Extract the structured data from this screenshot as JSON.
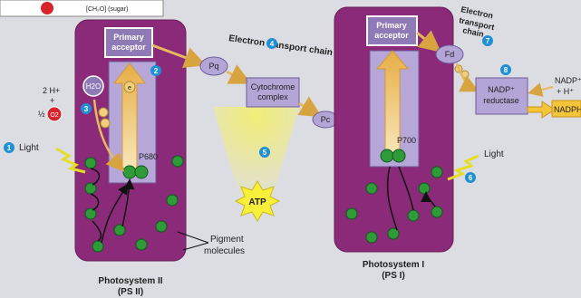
{
  "colors": {
    "page_bg": "#dcdde3",
    "photosystem_fill": "#8a2a78",
    "reaction_center_fill": "#b7a6d8",
    "acceptor_fill": "#8f7ab8",
    "carrier_fill": "#b3a6d6",
    "chlorophyll_green": "#2f9a38",
    "arrow_gold": "#e7b95f",
    "energy_arrow": "#f3d69a",
    "step_badge": "#1f8fd6",
    "atp_yellow": "#f7ef3a",
    "oxygen_red": "#d8232a"
  },
  "photosystem_ii": {
    "title_line1": "Photosystem II",
    "title_line2": "(PS II)",
    "primary_acceptor_line1": "Primary",
    "primary_acceptor_line2": "acceptor",
    "reaction_center": "P680",
    "electron": "e"
  },
  "photosystem_i": {
    "title_line1": "Photosystem I",
    "title_line2": "(PS I)",
    "primary_acceptor_line1": "Primary",
    "primary_acceptor_line2": "acceptor",
    "reaction_center": "P700"
  },
  "water_splitting": {
    "water": "H2O",
    "hydrogen": "2 H+",
    "plus": "+",
    "oxygen_half": "½",
    "oxygen": "O2"
  },
  "electron_transport_chain": {
    "label": "Electron transport chain",
    "pq": "Pq",
    "cytochrome_line1": "Cytochrome",
    "cytochrome_line2": "complex",
    "pc": "Pc",
    "second_label_line1": "Electron",
    "second_label_line2": "transport",
    "second_label_line3": "chain",
    "fd": "Fd"
  },
  "atp": "ATP",
  "nadp_reductase_line1": "NADP⁺",
  "nadp_reductase_line2": "reductase",
  "nadp_input_line1": "NADP⁺",
  "nadp_input_line2": "+ H⁺",
  "nadph_output": "NADPH",
  "light_label_left": "Light",
  "light_label_right": "Light",
  "pigment_label_line1": "Pigment",
  "pigment_label_line2": "molecules",
  "top_box_text": "[CH₂O] (sugar)",
  "steps": [
    "1",
    "2",
    "3",
    "4",
    "5",
    "6",
    "7",
    "8"
  ]
}
